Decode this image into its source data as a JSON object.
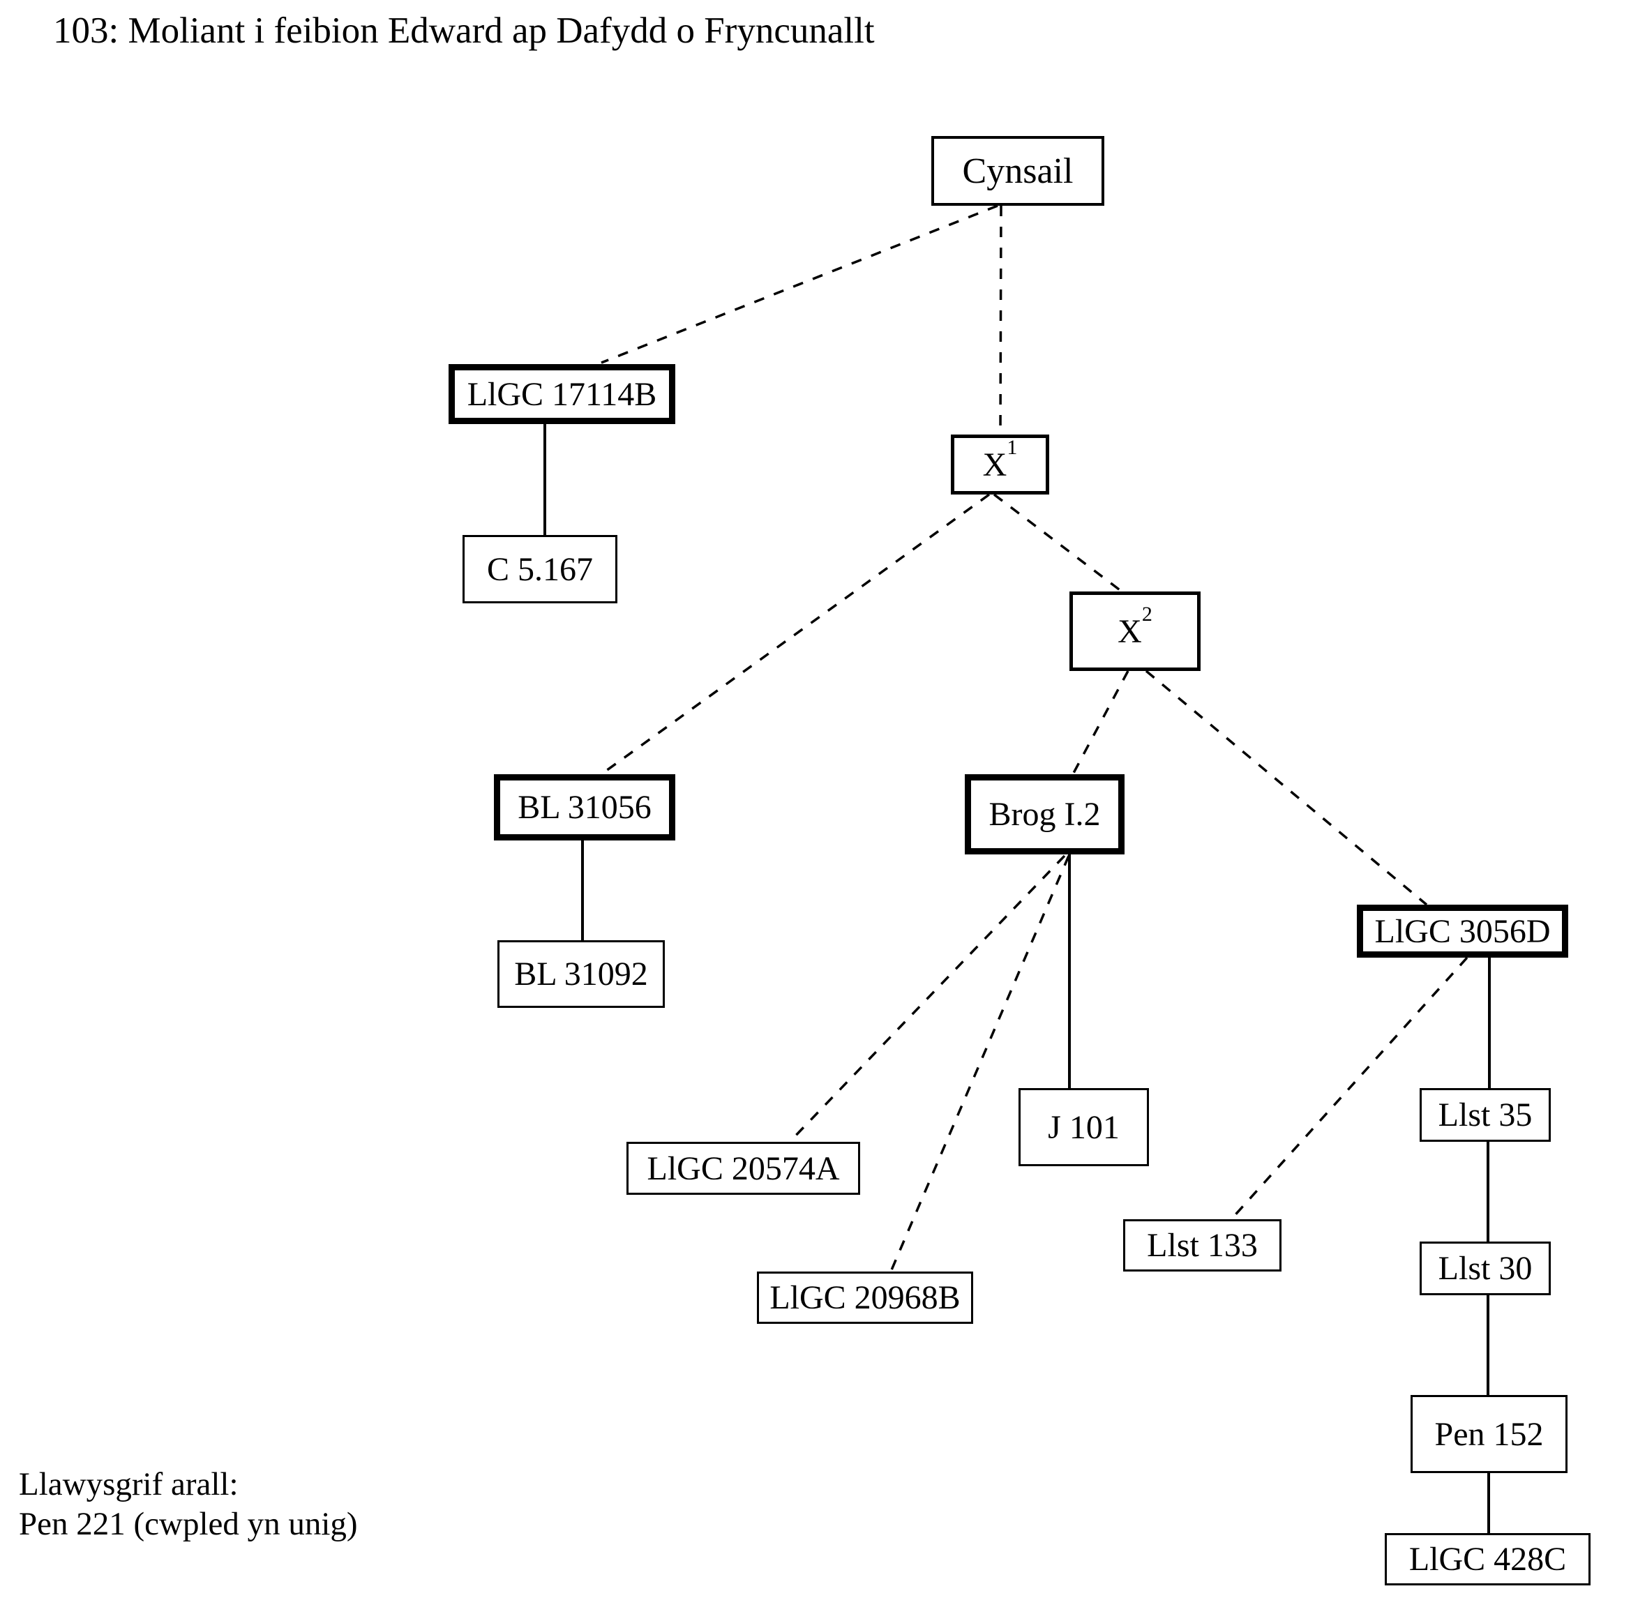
{
  "title": "103: Moliant i feibion Edward ap Dafydd o Fryncunallt",
  "footer": {
    "line1": "Llawysgrif arall:",
    "line2": "Pen 221 (cwpled yn unig)"
  },
  "nodes": {
    "cynsail": {
      "label": "Cynsail",
      "emphasis": "normal"
    },
    "llgc17114b": {
      "label": "LlGC 17114B",
      "emphasis": "bold"
    },
    "c5167": {
      "label": "C 5.167",
      "emphasis": "normal"
    },
    "x1": {
      "base": "X",
      "sup": "1",
      "emphasis": "medium"
    },
    "x2": {
      "base": "X",
      "sup": "2",
      "emphasis": "medium"
    },
    "bl31056": {
      "label": "BL 31056",
      "emphasis": "bold"
    },
    "bl31092": {
      "label": "BL 31092",
      "emphasis": "normal"
    },
    "brog": {
      "label": "Brog I.2",
      "emphasis": "bold"
    },
    "llgc3056d": {
      "label": "LlGC 3056D",
      "emphasis": "bold"
    },
    "j101": {
      "label": "J 101",
      "emphasis": "normal"
    },
    "llgc20574a": {
      "label": "LlGC 20574A",
      "emphasis": "normal"
    },
    "llgc20968b": {
      "label": "LlGC 20968B",
      "emphasis": "normal"
    },
    "llst133": {
      "label": "Llst 133",
      "emphasis": "normal"
    },
    "llst35": {
      "label": "Llst 35",
      "emphasis": "normal"
    },
    "llst30": {
      "label": "Llst 30",
      "emphasis": "normal"
    },
    "pen152": {
      "label": "Pen 152",
      "emphasis": "normal"
    },
    "llgc428c": {
      "label": "LlGC 428C",
      "emphasis": "normal"
    }
  },
  "edges": [
    {
      "from": "cynsail",
      "to": "llgc17114b",
      "style": "dashed"
    },
    {
      "from": "cynsail",
      "to": "x1",
      "style": "dashed"
    },
    {
      "from": "llgc17114b",
      "to": "c5167",
      "style": "solid"
    },
    {
      "from": "x1",
      "to": "bl31056",
      "style": "dashed"
    },
    {
      "from": "x1",
      "to": "x2",
      "style": "dashed"
    },
    {
      "from": "x2",
      "to": "brog",
      "style": "dashed"
    },
    {
      "from": "x2",
      "to": "llgc3056d",
      "style": "dashed"
    },
    {
      "from": "bl31056",
      "to": "bl31092",
      "style": "solid"
    },
    {
      "from": "brog",
      "to": "llgc20574a",
      "style": "dashed"
    },
    {
      "from": "brog",
      "to": "llgc20968b",
      "style": "dashed"
    },
    {
      "from": "brog",
      "to": "j101",
      "style": "solid"
    },
    {
      "from": "llgc3056d",
      "to": "llst133",
      "style": "dashed"
    },
    {
      "from": "llgc3056d",
      "to": "llst35",
      "style": "solid"
    },
    {
      "from": "llst35",
      "to": "llst30",
      "style": "solid"
    },
    {
      "from": "llst30",
      "to": "pen152",
      "style": "solid"
    },
    {
      "from": "pen152",
      "to": "llgc428c",
      "style": "solid"
    }
  ],
  "colors": {
    "ink": "#000000",
    "background": "#ffffff"
  }
}
